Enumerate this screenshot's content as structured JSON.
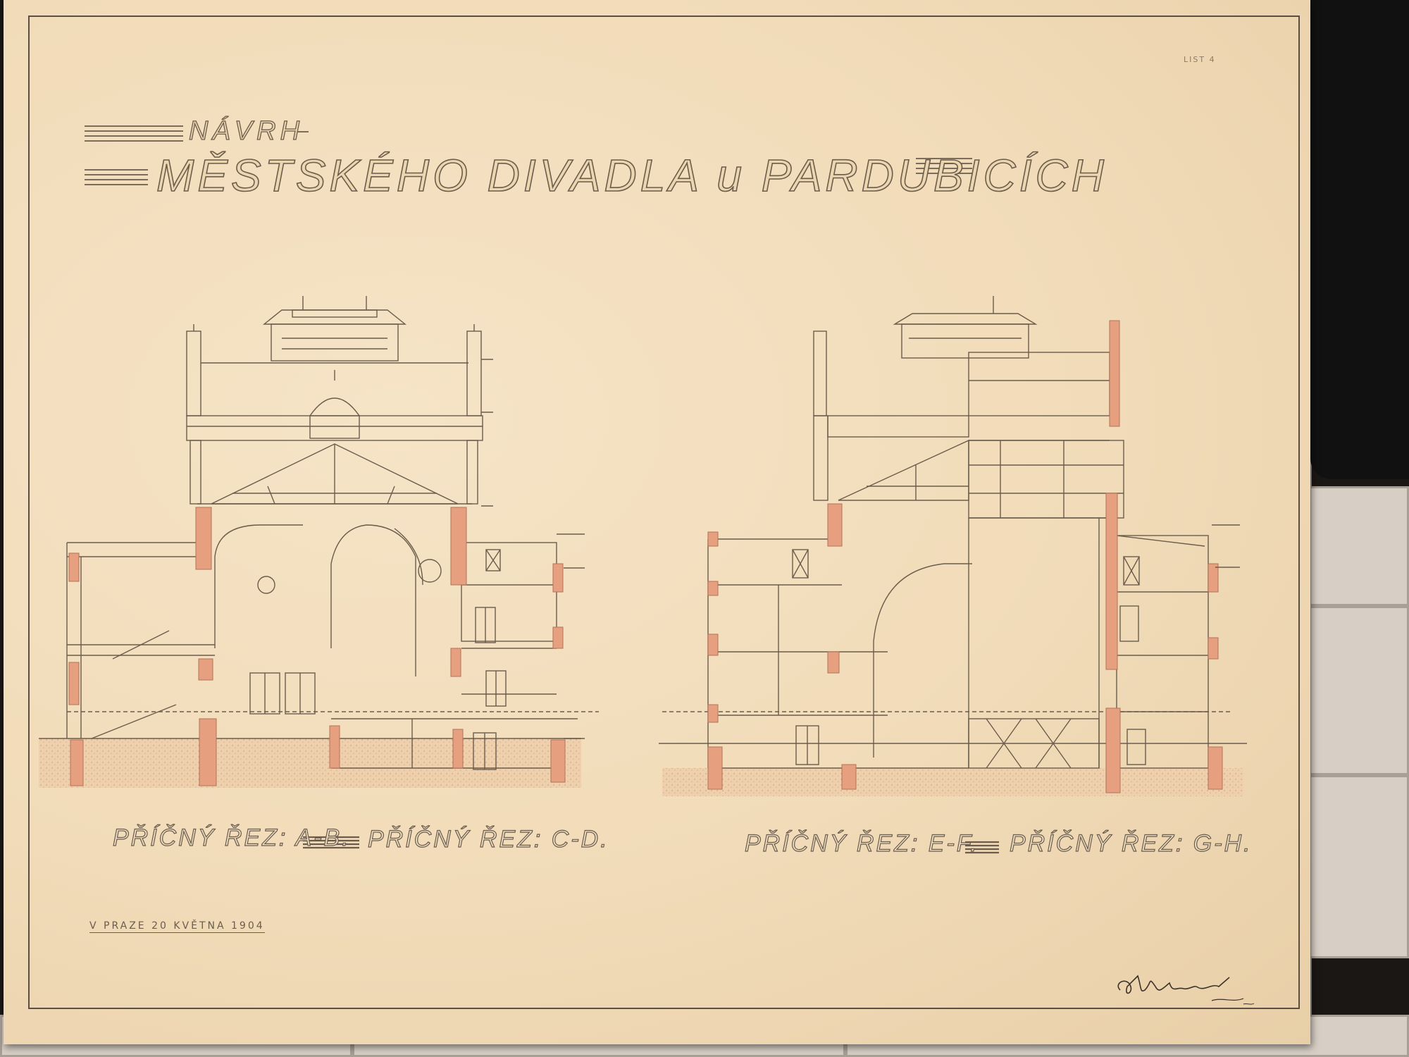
{
  "sheet": {
    "number": "LIST 4"
  },
  "title": {
    "line1": "NÁVRH",
    "line2": "MĚSTSKÉHO DIVADLA u PARDUBICÍCH"
  },
  "sections": [
    {
      "label": "PŘÍČNÝ ŘEZ: A-B."
    },
    {
      "label": "PŘÍČNÝ ŘEZ: C-D."
    },
    {
      "label": "PŘÍČNÝ ŘEZ: E-F."
    },
    {
      "label": "PŘÍČNÝ ŘEZ: G-H."
    }
  ],
  "footer": {
    "place_date": "V PRAZE 20 KVĚTNA 1904",
    "signature": "A. Balšánek"
  },
  "colors": {
    "paper": "#f3dfbf",
    "ink": "#6b5c4c",
    "masonry": "#e6a07f"
  }
}
